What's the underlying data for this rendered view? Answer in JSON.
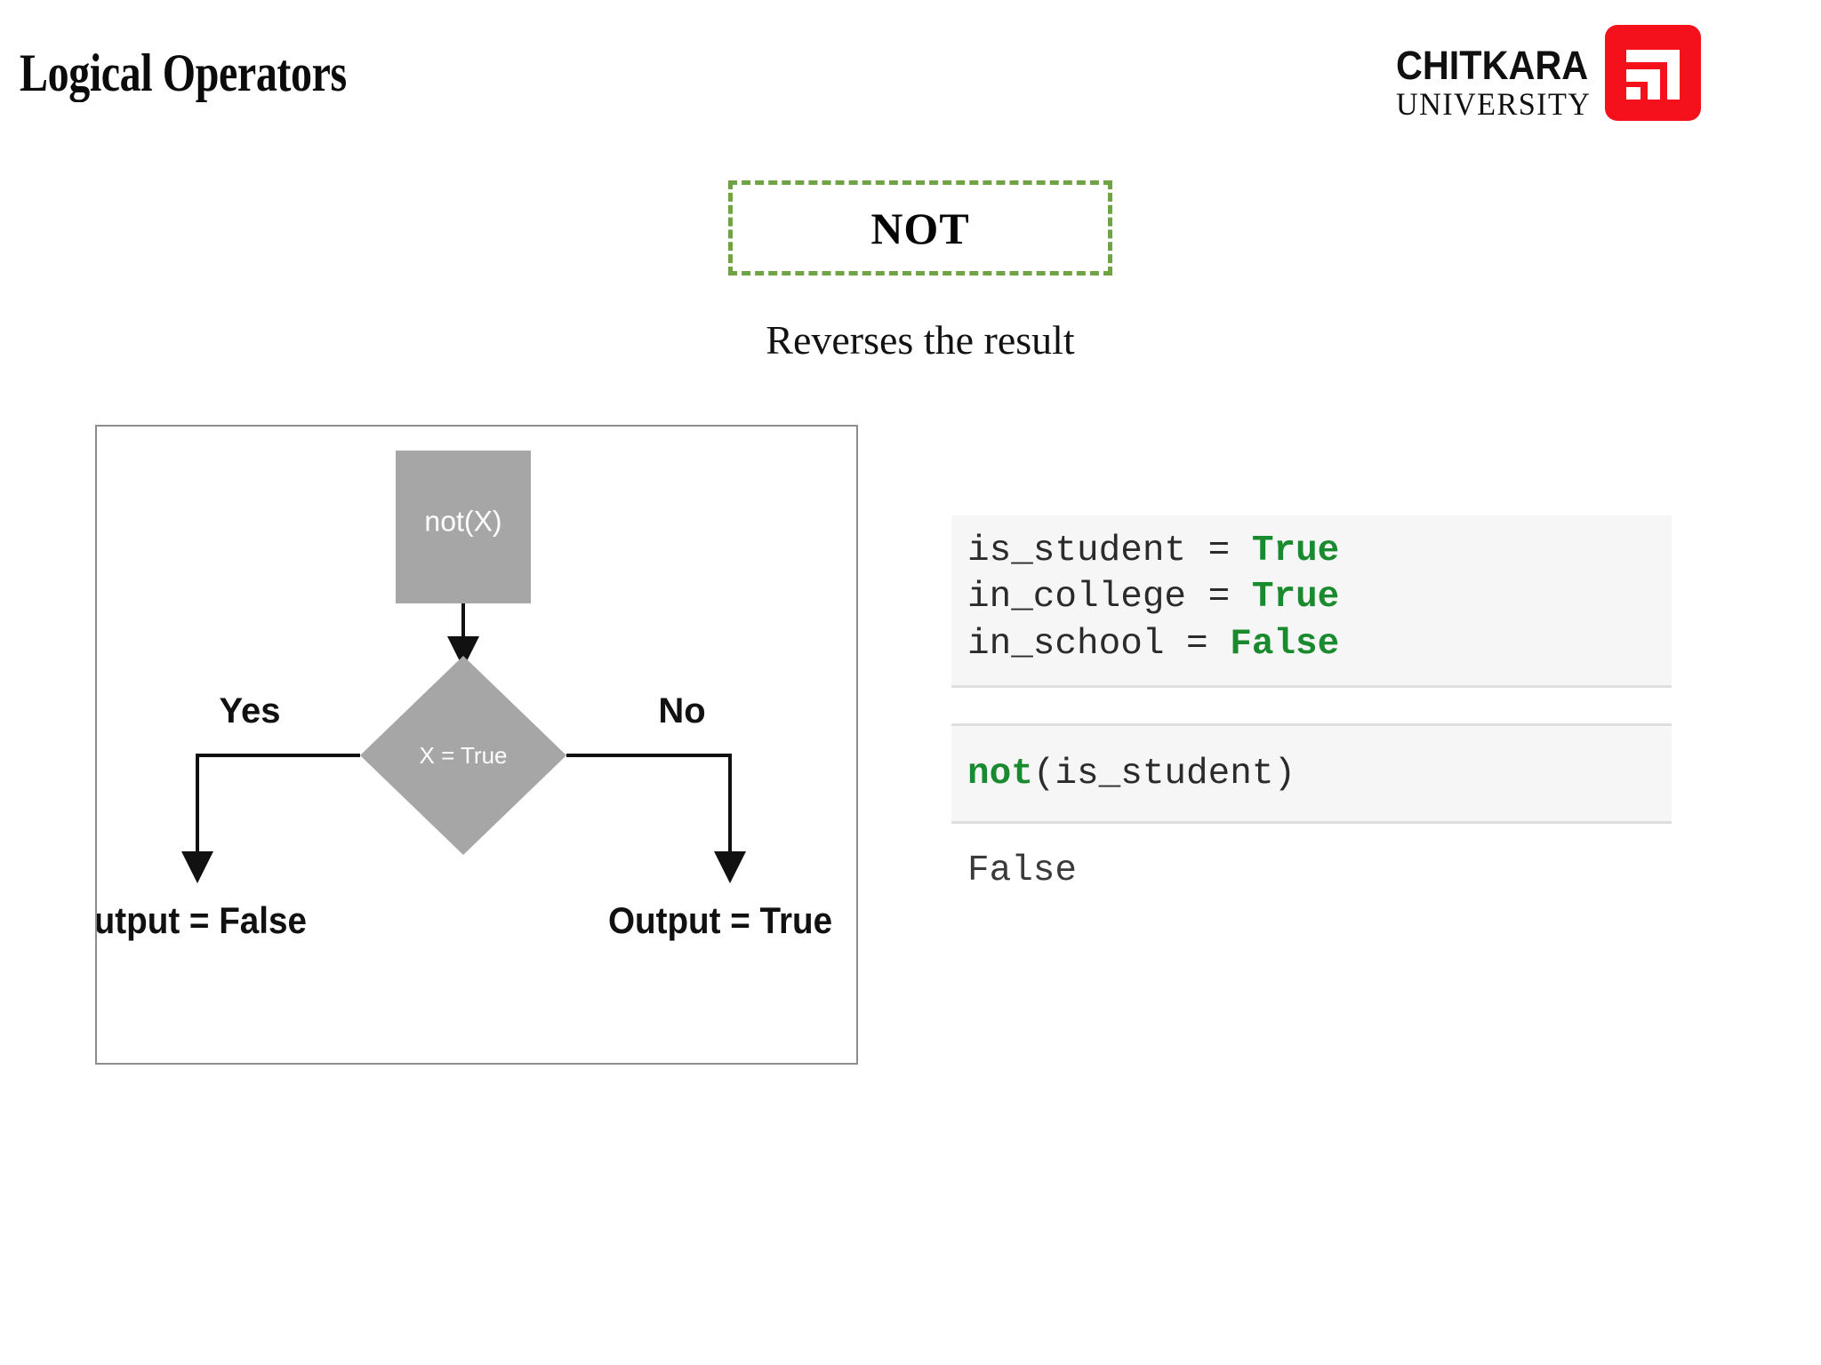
{
  "slide": {
    "title": "Logical Operators",
    "background": "#ffffff"
  },
  "brand": {
    "name": "CHITKARA",
    "subtitle": "UNIVERSITY",
    "mark_color": "#f5111c",
    "mark_icon": "nested-corner-arrow-icon"
  },
  "callout": {
    "label": "NOT",
    "border_color": "#6fa344",
    "description": "Reverses the result"
  },
  "flowchart": {
    "node_fill": "#a6a6a6",
    "frame_border": "#8d8d8d",
    "process_label": "not(X)",
    "decision_label": "X = True",
    "branch_yes": "Yes",
    "branch_no": "No",
    "output_yes": "Output = False",
    "output_no": "Output = True"
  },
  "code": {
    "cell1": {
      "line1_name": "is_student",
      "line1_op": " = ",
      "line1_value": "True",
      "line2_name": "in_college",
      "line2_op": " = ",
      "line2_value": "True",
      "line3_name": "in_school",
      "line3_op": " = ",
      "line3_value": "False"
    },
    "cell2": {
      "keyword": "not",
      "expression": "(is_student)"
    },
    "output": "False",
    "keyword_color": "#1a8a2e",
    "cell_background": "#f6f6f7"
  }
}
